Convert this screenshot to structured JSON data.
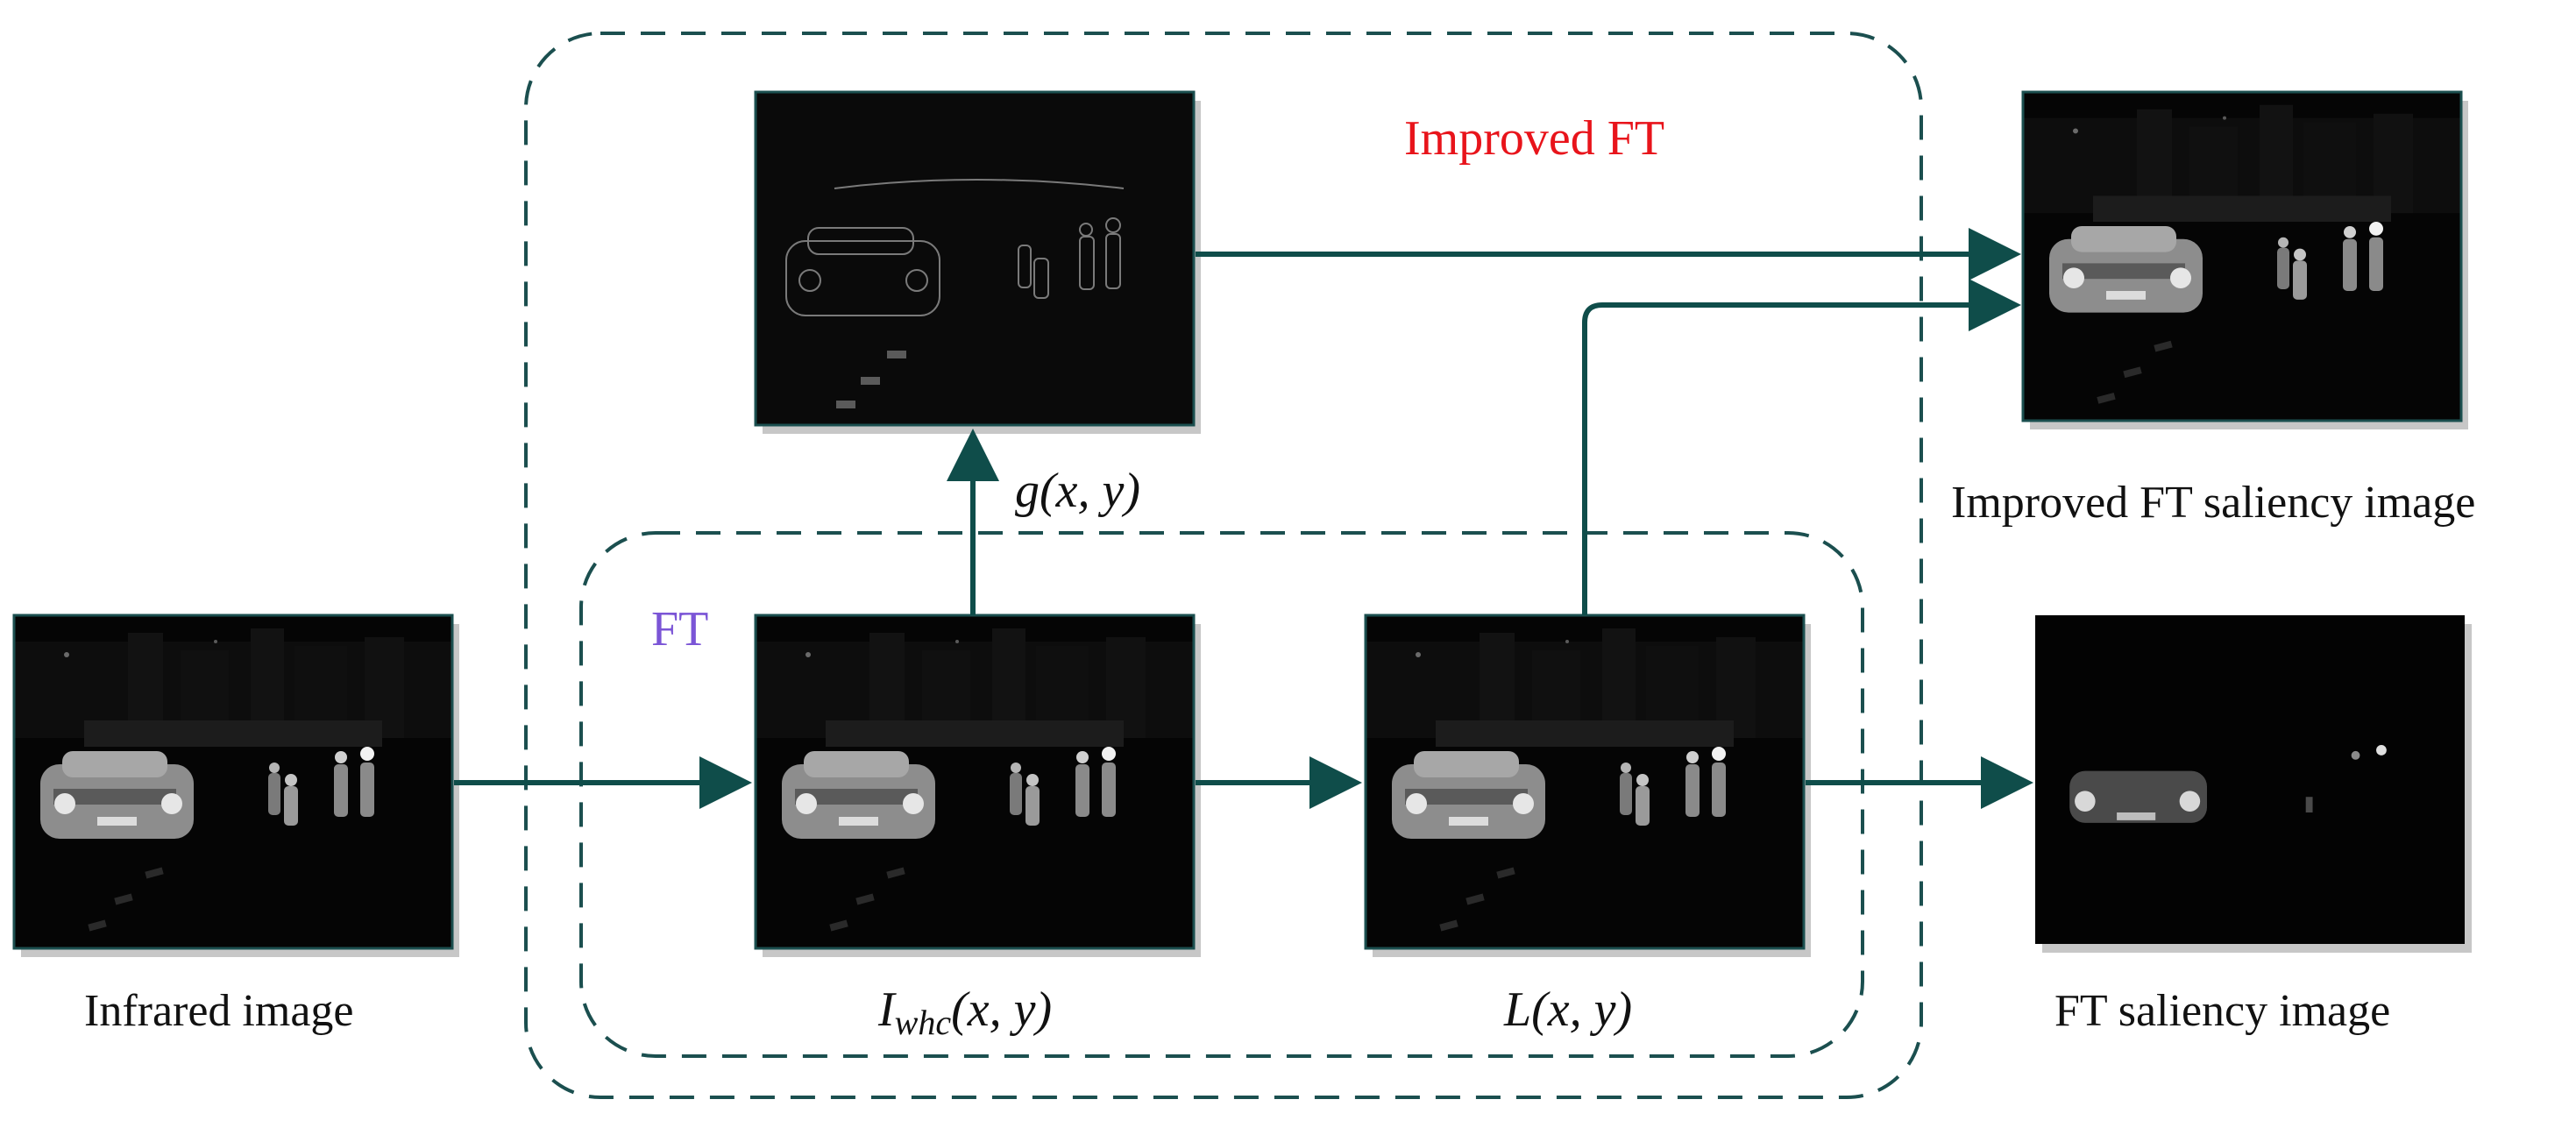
{
  "regions": {
    "improved_ft": {
      "title": "Improved FT",
      "title_color": "#e8141b"
    },
    "ft": {
      "title": "FT",
      "title_color": "#7b55d6"
    }
  },
  "nodes": {
    "input": {
      "caption": "Infrared image"
    },
    "iwhc": {
      "symbol": "I",
      "subscript": "whc",
      "args": "(x, y)"
    },
    "lxy": {
      "symbol": "L",
      "args": "(x, y)"
    },
    "gxy": {
      "symbol": "g",
      "args": "(x, y)"
    },
    "improved_output": {
      "caption": "Improved FT saliency image"
    },
    "ft_output": {
      "caption": "FT saliency image"
    }
  },
  "edges": [
    {
      "from": "input",
      "to": "iwhc"
    },
    {
      "from": "iwhc",
      "to": "lxy"
    },
    {
      "from": "lxy",
      "to": "ft_output"
    },
    {
      "from": "iwhc",
      "to": "gxy"
    },
    {
      "from": "gxy",
      "to": "improved_output"
    },
    {
      "from": "lxy",
      "to": "improved_output"
    }
  ],
  "colors": {
    "connector": "#0f4d4a",
    "border": "#1b4f4f",
    "thumbnail_shadow": "#c7c7c7"
  }
}
